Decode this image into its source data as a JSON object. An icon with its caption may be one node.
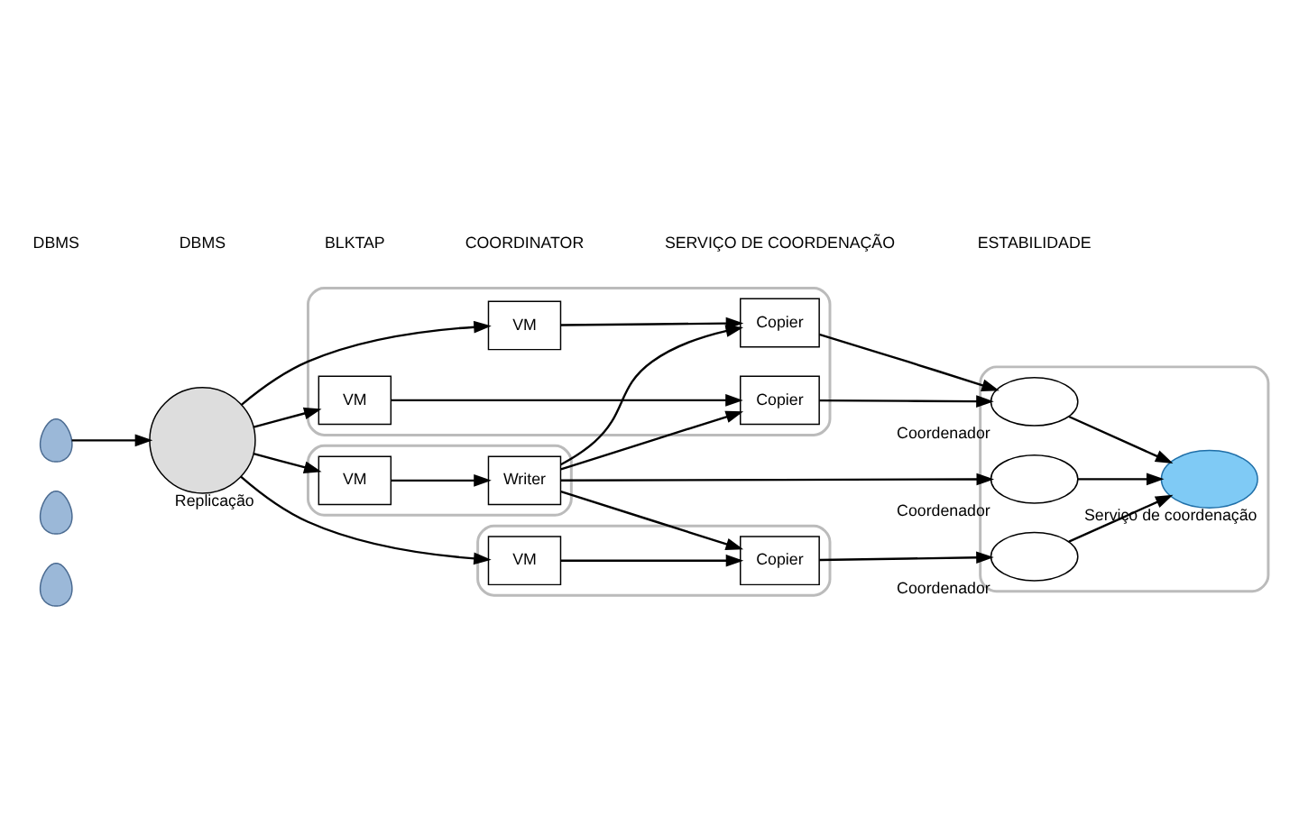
{
  "diagram": {
    "nodes": [
      {
        "text": [],
        "shape": "person"
      },
      {
        "text": [],
        "shape": "person"
      },
      {
        "text": [],
        "shape": "person"
      },
      {
        "text": [],
        "shape": "circle",
        "beside": [
          "Replicação"
        ]
      },
      {
        "text": [],
        "shape": "box"
      },
      {
        "text": [
          "VM"
        ],
        "in": 4
      },
      {
        "text": [
          "Copier"
        ],
        "in": 4
      },
      {
        "text": [],
        "shape": "box"
      },
      {
        "text": [
          "VM"
        ],
        "in": 7
      },
      {
        "text": [
          "Writer"
        ],
        "in": 7
      },
      {
        "text": [],
        "shape": "box"
      },
      {
        "text": [
          "VM"
        ],
        "in": 10
      },
      {
        "text": [
          "Copier"
        ],
        "in": 10
      },
      {
        "text": [
          "VM"
        ],
        "in": 10
      },
      {
        "text": [
          "Copier"
        ],
        "in": 10
      },
      {
        "text": [],
        "shape": "box"
      },
      {
        "text": [],
        "shape": "ellipse",
        "beside": [
          "Coordenador"
        ],
        "in": 15
      },
      {
        "text": [],
        "shape": "ellipse",
        "beside": [
          "Coordenador"
        ],
        "in": 15
      },
      {
        "text": [],
        "shape": "ellipse",
        "beside": [
          "Coordenador"
        ],
        "in": 15
      },
      {
        "text": [],
        "shape": "cloud",
        "beside": [
          "Serviço de coordenação"
        ],
        "in": 15
      }
    ],
    "edges": [
      {
        "from": 0,
        "to": 3,
        "arrow": "to"
      },
      {
        "from": 3,
        "to": 5,
        "arrow": "to"
      },
      {
        "from": 3,
        "to": 8,
        "arrow": "to"
      },
      {
        "from": 3,
        "to": 11,
        "arrow": "to"
      },
      {
        "from": 3,
        "to": 13,
        "arrow": "to"
      },
      {
        "from": 5,
        "to": 6,
        "arrow": "to"
      },
      {
        "from": 8,
        "to": 9,
        "arrow": "to"
      },
      {
        "from": 11,
        "to": 12,
        "arrow": "to"
      },
      {
        "from": 13,
        "to": 14,
        "arrow": "to"
      },
      {
        "from": 9,
        "to": 6,
        "arrow": "to"
      },
      {
        "from": 9,
        "to": 12,
        "arrow": "to"
      },
      {
        "from": 9,
        "to": 14,
        "arrow": "to"
      },
      {
        "from": 6,
        "to": 16,
        "arrow": "to"
      },
      {
        "from": 9,
        "to": 17,
        "arrow": "to"
      },
      {
        "from": 12,
        "to": 18,
        "arrow": "to"
      },
      {
        "from": 14,
        "to": 18,
        "arrow": "to"
      },
      {
        "from": 16,
        "to": 19,
        "arrow": "to"
      },
      {
        "from": 17,
        "to": 19,
        "arrow": "to"
      },
      {
        "from": 18,
        "to": 19,
        "arrow": "to"
      }
    ],
    "labels": [
      "DBMS",
      "DBMS",
      "BLKTAP",
      "COORDINATOR",
      "SERVIÇO DE COORDENAÇÃO",
      "ESTABILIDADE"
    ]
  }
}
